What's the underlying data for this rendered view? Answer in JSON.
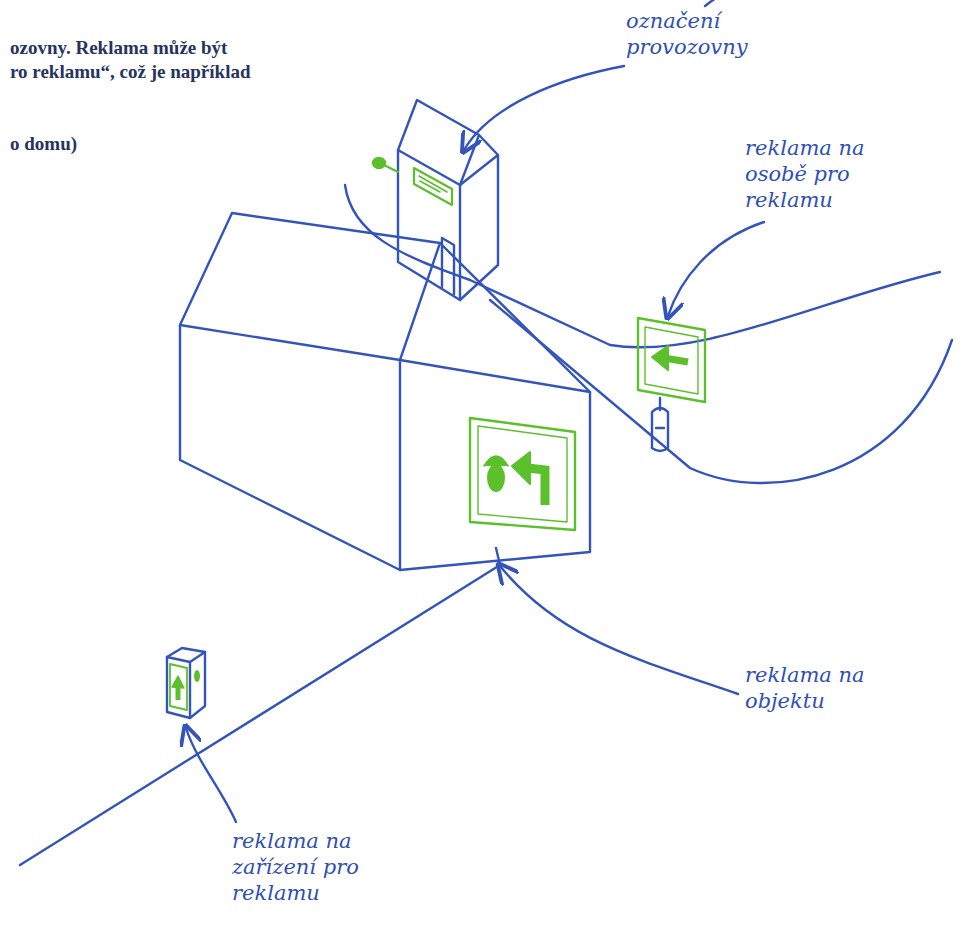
{
  "diagram": {
    "labels": [
      "ozovny. Reklama může být",
      "ro reklamu“, což je například",
      "o domu)",
      "označení provozovny",
      "reklama na osobě pro reklamu",
      "reklama na objektu",
      "reklama na zařízení pro reklamu"
    ]
  }
}
